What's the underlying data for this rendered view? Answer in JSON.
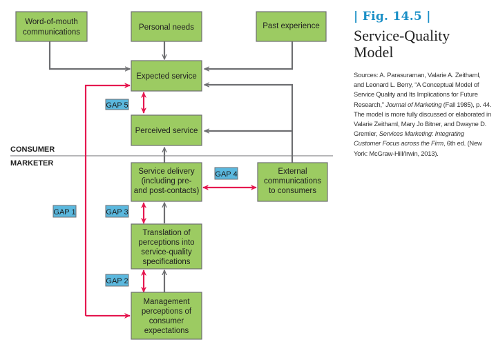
{
  "figure": {
    "label": "| Fig.  14.5 |",
    "title_line1": "Service-Quality",
    "title_line2": "Model",
    "sources": {
      "part1": "Sources: A. Parasuraman, Valarie A. Zeithaml, and Leonard L. Berry, “A Conceptual Model of Service Quality and Its Implications for Future Research,” ",
      "journal": "Journal of Marketing",
      "part2": " (Fall 1985), p. 44. The model is more fully discussed or elaborated in Valarie Zeithaml, Mary Jo Bitner, and Dwayne D. Gremler, ",
      "book": "Services Marketing: Integrating Customer Focus across the Firm",
      "part3": ", 6th ed. (New York: McGraw-Hill/Irwin, 2013)."
    }
  },
  "zones": {
    "consumer": "CONSUMER",
    "marketer": "MARKETER"
  },
  "boxes": {
    "word_of_mouth": [
      "Word-of-mouth",
      "communications"
    ],
    "personal_needs": [
      "Personal needs"
    ],
    "past_experience": [
      "Past experience"
    ],
    "expected_service": [
      "Expected service"
    ],
    "perceived_service": [
      "Perceived service"
    ],
    "service_delivery": [
      "Service delivery",
      "(including pre-",
      "and post-contacts)"
    ],
    "external_comms": [
      "External",
      "communications",
      "to consumers"
    ],
    "translation": [
      "Translation of",
      "perceptions into",
      "service-quality",
      "specifications"
    ],
    "management": [
      "Management",
      "perceptions of",
      "consumer",
      "expectations"
    ]
  },
  "gaps": {
    "gap1": "GAP 1",
    "gap2": "GAP 2",
    "gap3": "GAP 3",
    "gap4": "GAP 4",
    "gap5": "GAP 5"
  },
  "colors": {
    "box_fill": "#9ccb62",
    "box_stroke": "#6d6e71",
    "gap_fill": "#5bb8de",
    "gap_arrow": "#e5174f",
    "flow_arrow": "#6d6e71",
    "fig_label": "#1a8fc6"
  }
}
